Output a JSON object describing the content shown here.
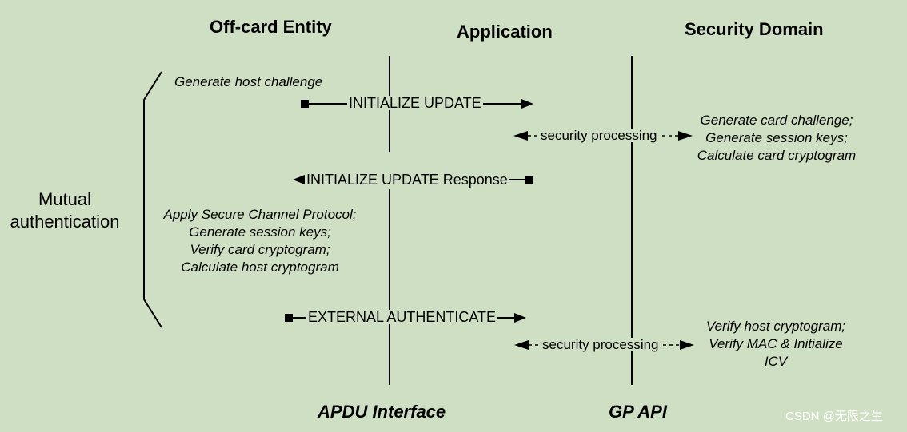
{
  "headers": {
    "off_card": "Off-card Entity",
    "application": "Application",
    "security_domain": "Security Domain"
  },
  "footers": {
    "apdu": "APDU Interface",
    "gp_api": "GP API"
  },
  "mutual_auth": {
    "line1": "Mutual",
    "line2": "authentication"
  },
  "notes": {
    "host_challenge": "Generate host challenge",
    "card_side_1": [
      "Generate card challenge;",
      "Generate session keys;",
      "Calculate card cryptogram"
    ],
    "host_side": [
      "Apply Secure Channel Protocol;",
      "Generate session keys;",
      "Verify card cryptogram;",
      "Calculate host cryptogram"
    ],
    "card_side_2": [
      "Verify host cryptogram;",
      "Verify MAC & Initialize",
      "ICV"
    ]
  },
  "messages": {
    "init_update": "INITIALIZE UPDATE",
    "init_update_resp": "INITIALIZE UPDATE Response",
    "ext_auth": "EXTERNAL AUTHENTICATE",
    "sec_proc_1": "security processing",
    "sec_proc_2": "security processing"
  },
  "watermark": "CSDN @无限之生"
}
